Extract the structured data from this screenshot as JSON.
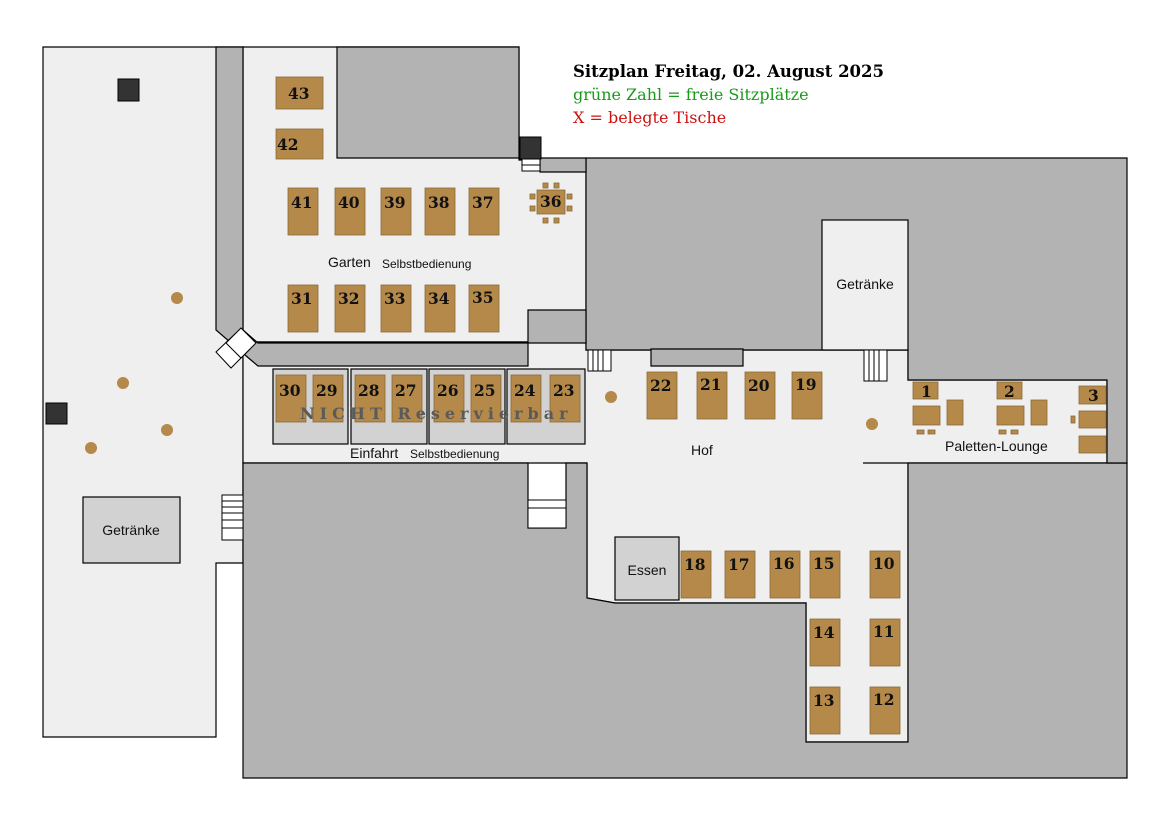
{
  "legend": {
    "title": "Sitzplan Freitag, 02. August 2025",
    "free_note": "grüne Zahl = freie Sitzplätze",
    "taken_note": "X = belegte Tische"
  },
  "areas": {
    "garten": "Garten",
    "garten_service": "Selbstbedienung",
    "einfahrt": "Einfahrt",
    "einfahrt_service": "Selbstbedienung",
    "hof": "Hof",
    "paletten": "Paletten-Lounge",
    "getraenke_left": "Getränke",
    "getraenke_right": "Getränke",
    "essen": "Essen",
    "not_reservable": "NICHT Reservierbar"
  },
  "tables": {
    "t1": "1",
    "t2": "2",
    "t3": "3",
    "t10": "10",
    "t11": "11",
    "t12": "12",
    "t13": "13",
    "t14": "14",
    "t15": "15",
    "t16": "16",
    "t17": "17",
    "t18": "18",
    "t19": "19",
    "t20": "20",
    "t21": "21",
    "t22": "22",
    "t23": "23",
    "t24": "24",
    "t25": "25",
    "t26": "26",
    "t27": "27",
    "t28": "28",
    "t29": "29",
    "t30": "30",
    "t31": "31",
    "t32": "32",
    "t33": "33",
    "t34": "34",
    "t35": "35",
    "t36": "36",
    "t37": "37",
    "t38": "38",
    "t39": "39",
    "t40": "40",
    "t41": "41",
    "t42": "42",
    "t43": "43"
  },
  "colors": {
    "table": "#b4894a",
    "floor": "#efefef",
    "building": "#b3b3b3",
    "free_text": "#1a9a1a",
    "taken_text": "#cc1111"
  }
}
